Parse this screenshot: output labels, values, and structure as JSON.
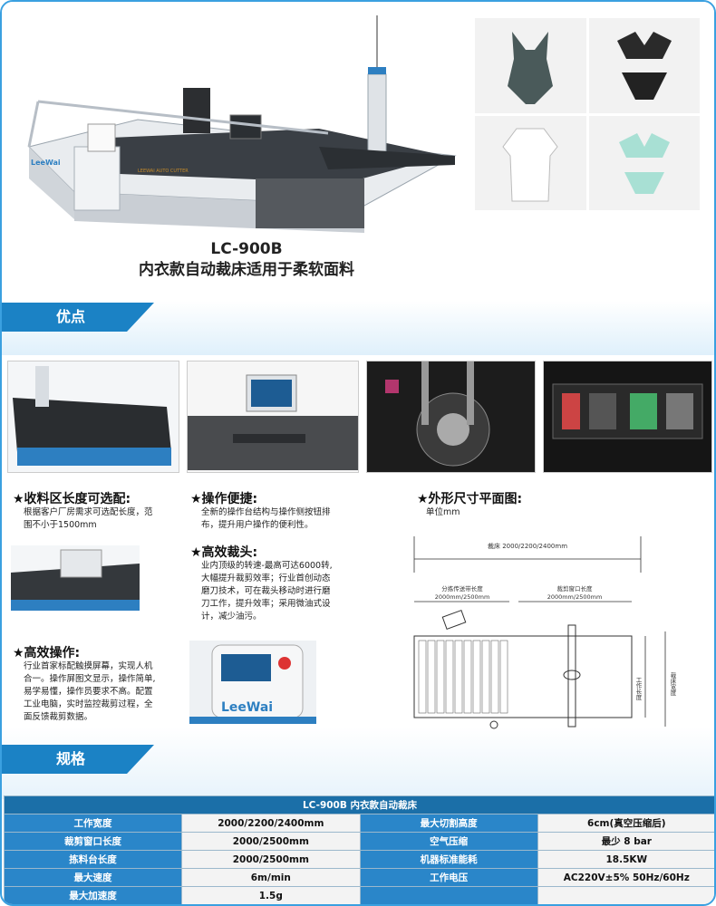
{
  "product": {
    "model": "LC-900B",
    "subtitle": "内衣款自动裁床适用于柔软面料",
    "brand": "LeeWai",
    "machine_label": "LEEWAI AUTO CUTTER"
  },
  "sections": {
    "advantages": "优点",
    "specs": "规格"
  },
  "features": [
    {
      "title": "★收料区长度可选配:",
      "body": [
        "根据客户厂房需求可选配长度，范",
        "围不小于1500mm"
      ]
    },
    {
      "title": "★操作便捷:",
      "body": [
        "全新的操作台结构与操作侧按钮排",
        "布，提升用户操作的便利性。"
      ]
    },
    {
      "title": "★高效裁头:",
      "body": [
        "业内顶级的转速-最高可达6000转,",
        "大幅提升裁剪效率；行业首创动态",
        "磨刀技术，可在裁头移动时进行磨",
        "刀工作，提升效率；采用微油式设",
        "计，减少油污。"
      ]
    },
    {
      "title": "★高效操作:",
      "body": [
        "行业首家标配触摸屏幕，实现人机",
        "合一。操作屏图文显示，操作简单,",
        "易学易懂，操作员要求不高。配置",
        "工业电脑，实时监控裁剪过程，全",
        "面反馈裁剪数据。"
      ]
    },
    {
      "title": "★外形尺寸平面图:",
      "body": [
        "单位mm"
      ]
    }
  ],
  "dimensions": {
    "bed_label": "裁床 2000/2200/2400mm",
    "sort_label": "分拣传送带长度",
    "sort_value": "2000mm/2500mm",
    "window_label": "裁剪窗口长度",
    "window_value": "2000mm/2500mm",
    "work_width": "工作长度",
    "bed_width": "裁床宽度"
  },
  "spec_table": {
    "header": "LC-900B    内衣款自动裁床",
    "rows": [
      [
        "工作宽度",
        "2000/2200/2400mm",
        "最大切割高度",
        "6cm(真空压缩后)"
      ],
      [
        "裁剪窗口长度",
        "2000/2500mm",
        "空气压缩",
        "最少 8 bar"
      ],
      [
        "拣料台长度",
        "2000/2500mm",
        "机器标准能耗",
        "18.5KW"
      ],
      [
        "最大速度",
        "6m/min",
        "工作电压",
        "AC220V±5%  50Hz/60Hz"
      ],
      [
        "最大加速度",
        "1.5g",
        "",
        ""
      ]
    ]
  },
  "colors": {
    "accent": "#1b82c5",
    "border": "#3aa0e0",
    "table_label": "#2a86c9"
  }
}
